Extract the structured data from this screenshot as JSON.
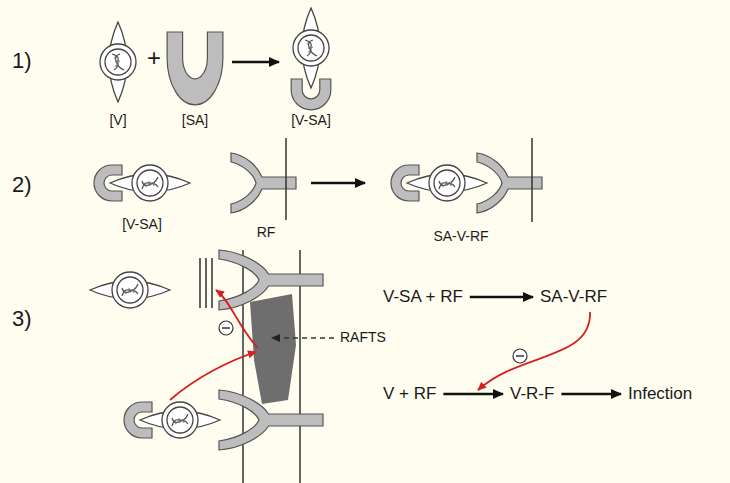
{
  "diagram": {
    "nodes": [
      {
        "text": [
          "[V]"
        ]
      },
      {
        "text": [
          "[SA]"
        ]
      },
      {
        "text": [
          "[V-SA]"
        ]
      },
      {
        "text": [
          "[V-SA]"
        ]
      },
      {
        "text": [
          "RF"
        ]
      },
      {
        "text": [
          "SA-V-RF"
        ]
      },
      {
        "text": [
          "V-SA + RF"
        ]
      },
      {
        "text": [
          "SA-V-RF"
        ]
      },
      {
        "text": [
          "V + RF"
        ]
      },
      {
        "text": [
          "V-R-F"
        ]
      },
      {
        "text": [
          "Infection"
        ]
      }
    ],
    "edges": [
      {
        "from": 1,
        "to": 2,
        "arrow": "to"
      },
      {
        "from": 4,
        "to": 5,
        "arrow": "to"
      },
      {
        "from": 6,
        "to": 7,
        "arrow": "to"
      },
      {
        "from": 8,
        "to": 9,
        "arrow": "to"
      },
      {
        "from": 9,
        "to": 10,
        "arrow": "to"
      }
    ],
    "labels": [
      "1)",
      "+",
      "2)",
      "3)",
      "RAFTS"
    ]
  }
}
